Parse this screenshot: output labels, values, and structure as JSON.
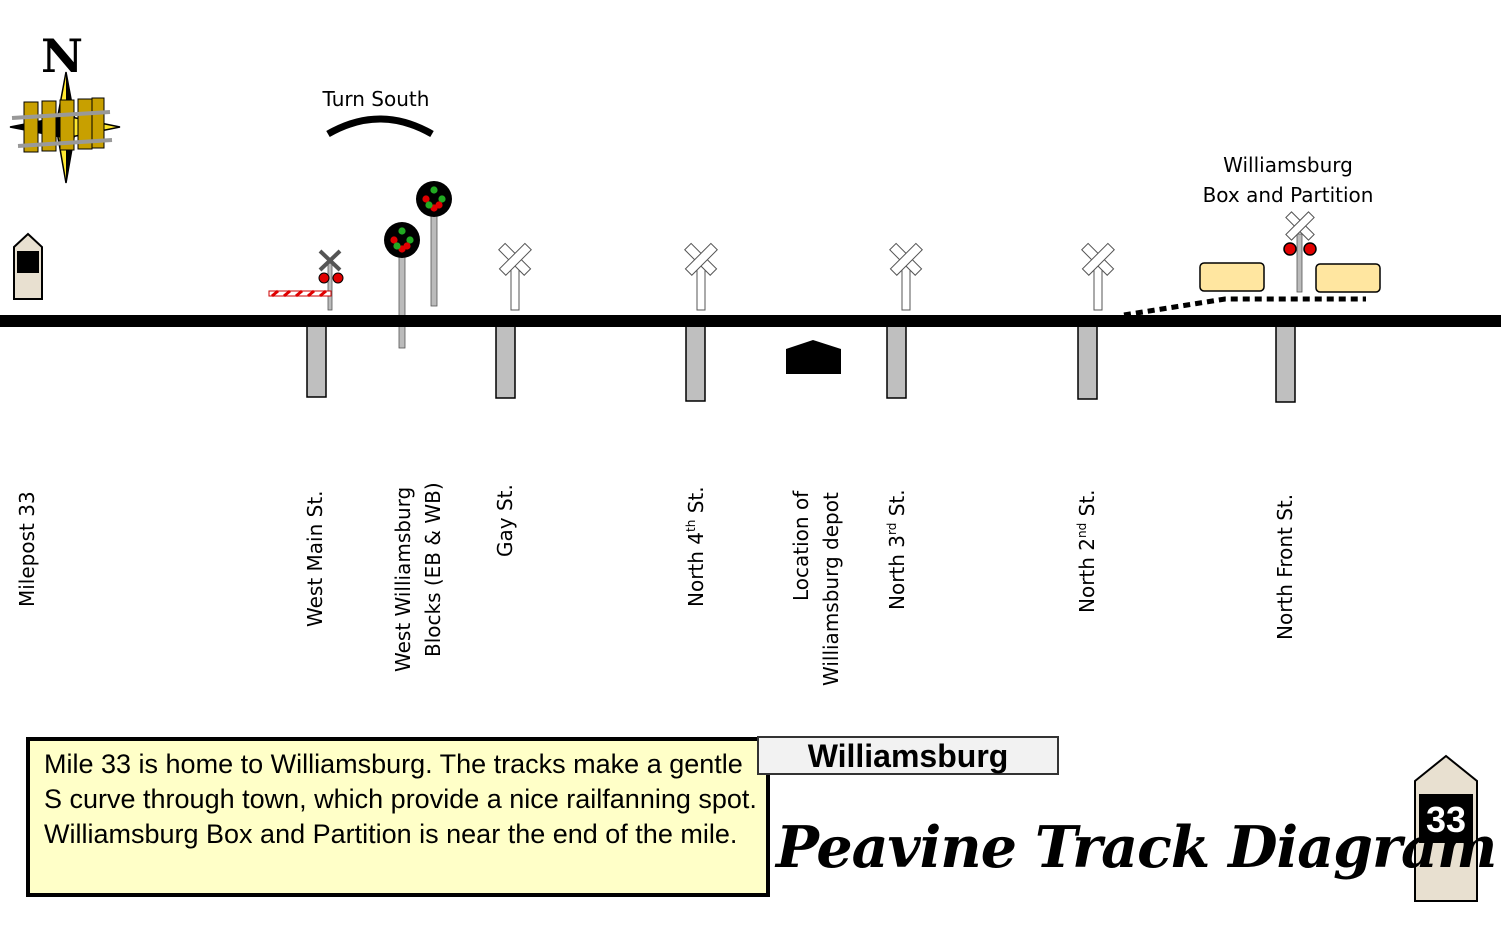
{
  "compass": {
    "label": "N"
  },
  "curve": {
    "label": "Turn South"
  },
  "interlocking": {
    "line1": "Williamsburg",
    "line2": "Box and Partition"
  },
  "landmarks": {
    "milepost": "Milepost 33",
    "west_main": "West Main St.",
    "blocks_line1": "West Williamsburg",
    "blocks_line2": "Blocks (EB & WB)",
    "gay": "Gay St.",
    "north4_a": "North 4",
    "north4_sup": "th",
    "north4_b": " St.",
    "depot_line1": "Location of",
    "depot_line2": "Williamsburg depot",
    "north3_a": "North 3",
    "north3_sup": "rd",
    "north3_b": " St.",
    "north2_a": "North 2",
    "north2_sup": "nd",
    "north2_b": " St.",
    "north_front": "North Front St."
  },
  "description": "Mile 33 is home to Williamsburg.  The tracks make a gentle S curve through town, which provide a nice railfanning spot.  Williamsburg Box and Partition is near the end of the mile.",
  "town_name": "Williamsburg",
  "diagram_title": "Peavine Track Diagram",
  "mile_marker": "33",
  "colors": {
    "track": "#000000",
    "road": "#bfbfbf",
    "signal_red": "#e00000",
    "signal_green": "#22aa22",
    "compass_gold": "#c8a000",
    "box": "#ffe6a0",
    "description_bg": "#ffffc8"
  }
}
